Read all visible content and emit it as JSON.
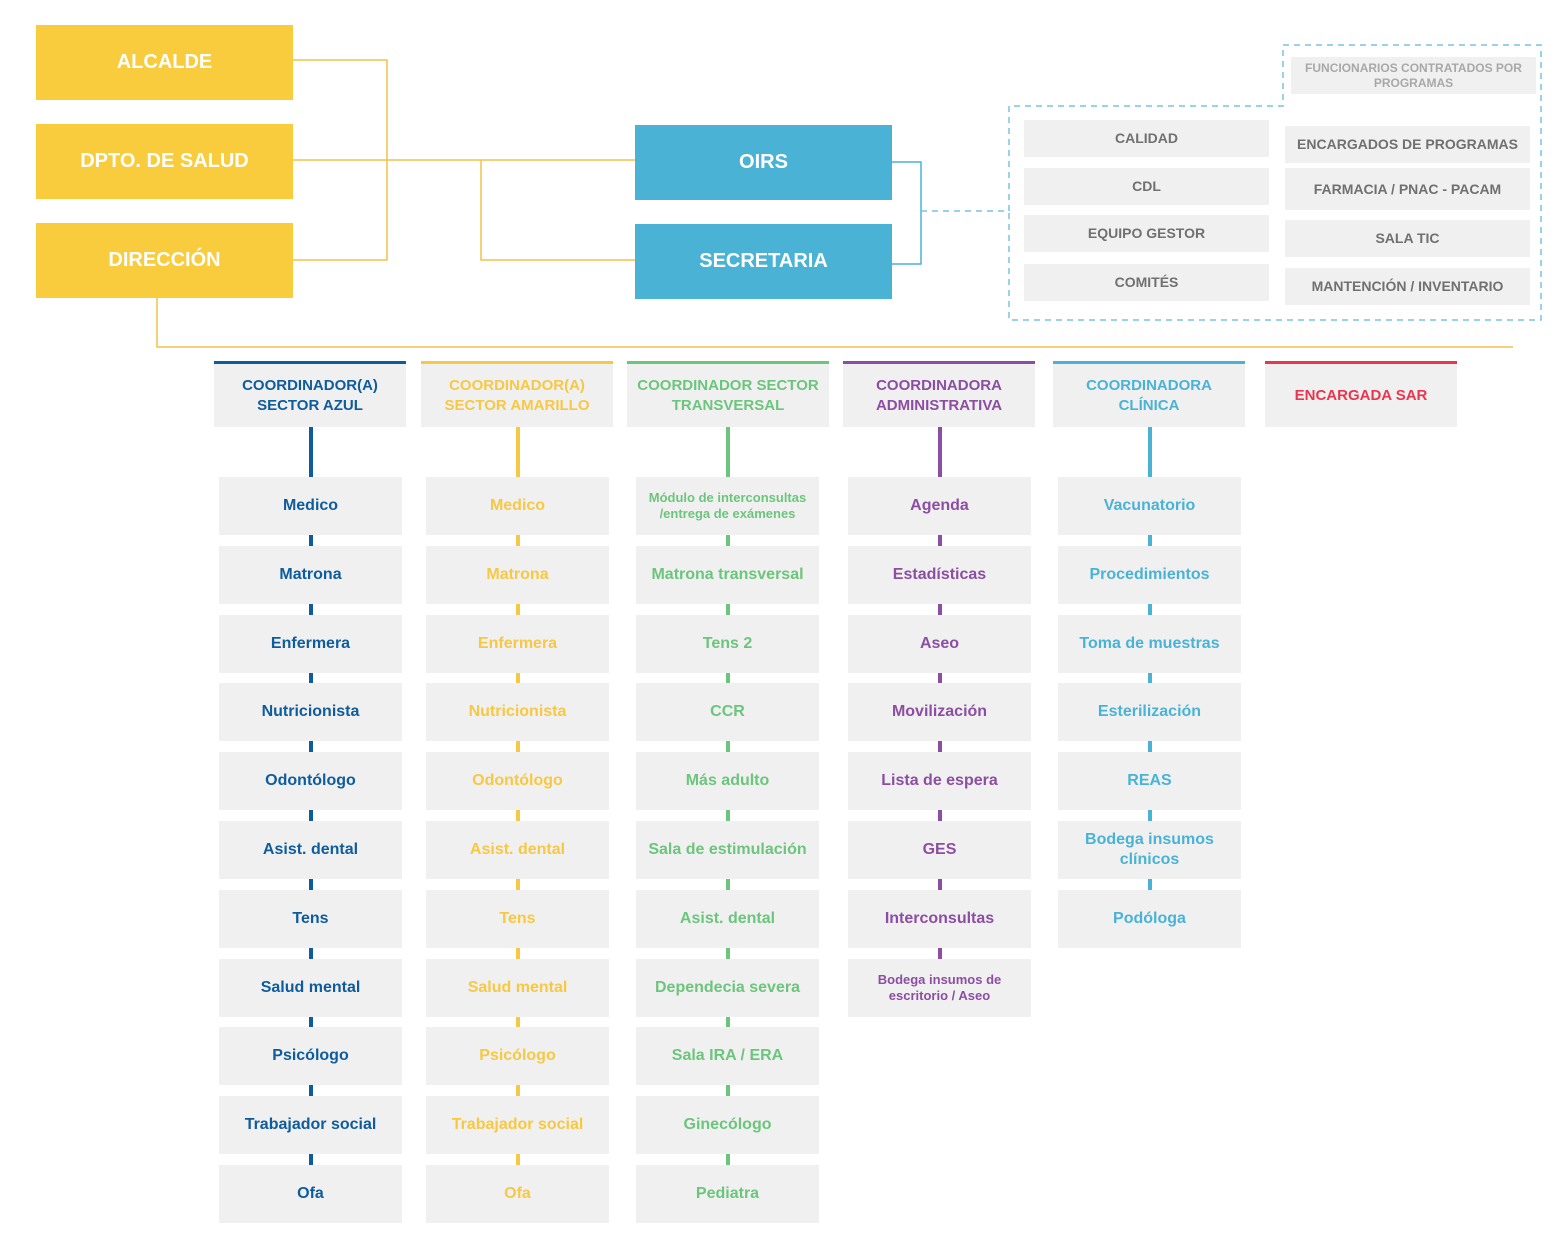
{
  "top": {
    "alcalde": "ALCALDE",
    "dpto_salud": "DPTO. DE SALUD",
    "direccion": "DIRECCIÓN",
    "oirs": "OIRS",
    "secretaria": "SECRETARIA"
  },
  "support": {
    "funcionarios_label": "FUNCIONARIOS CONTRATADOS POR PROGRAMAS",
    "left_items": [
      "CALIDAD",
      "CDL",
      "EQUIPO GESTOR",
      "COMITÉS"
    ],
    "right_items": [
      "ENCARGADOS DE PROGRAMAS",
      "FARMACIA / PNAC - PACAM",
      "SALA TIC",
      "MANTENCIÓN / INVENTARIO"
    ]
  },
  "colors": {
    "yellow": "#f9cc3d",
    "blue_box": "#4ab3d5",
    "azul": "#0e5c9c",
    "amarillo": "#f6c844",
    "verde": "#6cc57c",
    "morado": "#8c4ea3",
    "celeste": "#4ab3d5",
    "rojo": "#e8364f"
  },
  "columns": [
    {
      "header": "COORDINADOR(A) SECTOR AZUL",
      "color": "#0e5c9c",
      "items": [
        "Medico",
        "Matrona",
        "Enfermera",
        "Nutricionista",
        "Odontólogo",
        "Asist. dental",
        "Tens",
        "Salud mental",
        "Psicólogo",
        "Trabajador social",
        "Ofa"
      ]
    },
    {
      "header": "COORDINADOR(A) SECTOR AMARILLO",
      "color": "#f6c844",
      "items": [
        "Medico",
        "Matrona",
        "Enfermera",
        "Nutricionista",
        "Odontólogo",
        "Asist. dental",
        "Tens",
        "Salud mental",
        "Psicólogo",
        "Trabajador social",
        "Ofa"
      ]
    },
    {
      "header": "COORDINADOR SECTOR TRANSVERSAL",
      "color": "#6cc57c",
      "items": [
        "Módulo de interconsultas /entrega de exámenes",
        "Matrona transversal",
        "Tens 2",
        "CCR",
        "Más adulto",
        "Sala de estimulación",
        "Asist. dental",
        "Dependecia severa",
        "Sala IRA / ERA",
        "Ginecólogo",
        "Pediatra"
      ]
    },
    {
      "header": "COORDINADORA ADMINISTRATIVA",
      "color": "#8c4ea3",
      "items": [
        "Agenda",
        "Estadísticas",
        "Aseo",
        "Movilización",
        "Lista de espera",
        "GES",
        "Interconsultas",
        "Bodega insumos de escritorio / Aseo"
      ]
    },
    {
      "header": "COORDINADORA CLÍNICA",
      "color": "#4ab3d5",
      "items": [
        "Vacunatorio",
        "Procedimientos",
        "Toma de muestras",
        "Esterilización",
        "REAS",
        "Bodega insumos clínicos",
        "Podóloga"
      ]
    },
    {
      "header": "ENCARGADA SAR",
      "color": "#e8364f",
      "items": []
    }
  ]
}
